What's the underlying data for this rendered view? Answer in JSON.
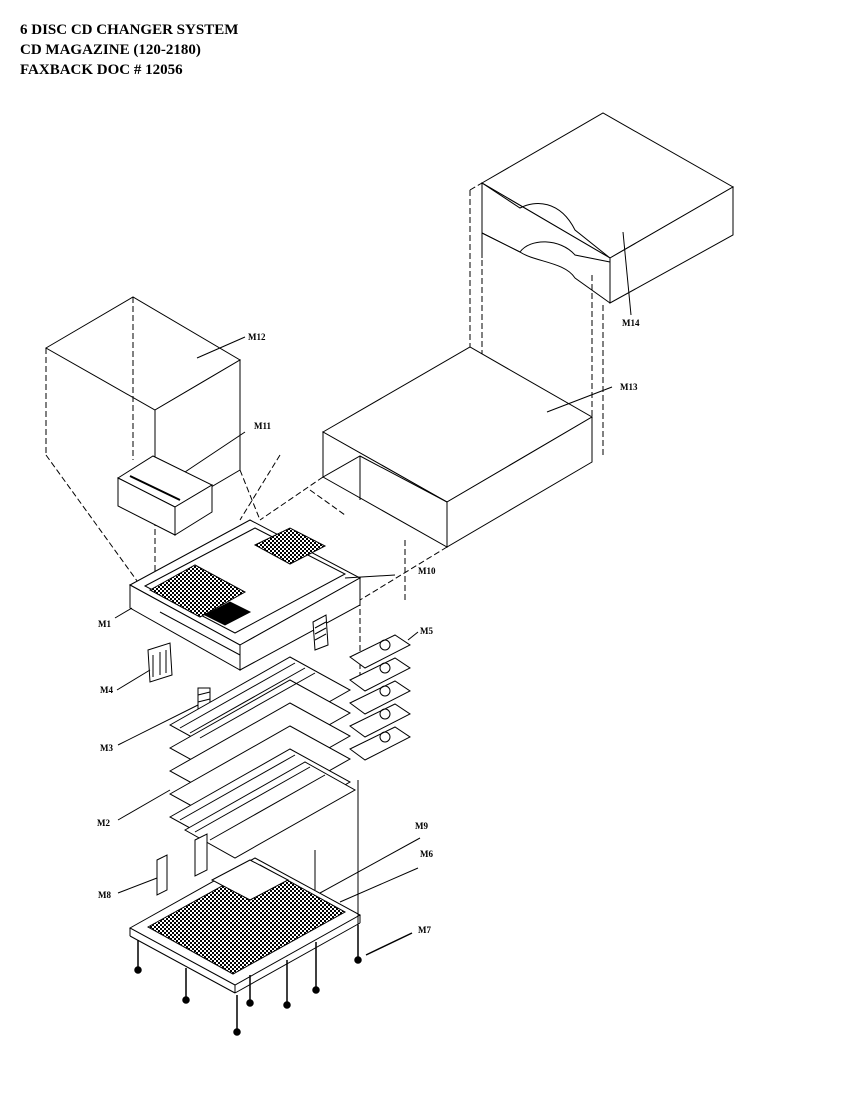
{
  "header": {
    "line1": "6 DISC CD CHANGER SYSTEM",
    "line2": "CD MAGAZINE  (120-2180)",
    "line3": "FAXBACK DOC # 12056"
  },
  "labels": {
    "m1": "M1",
    "m2": "M2",
    "m3": "M3",
    "m4": "M4",
    "m5": "M5",
    "m6": "M6",
    "m7": "M7",
    "m8": "M8",
    "m9": "M9",
    "m10": "M10",
    "m11": "M11",
    "m12": "M12",
    "m13": "M13",
    "m14": "M14"
  }
}
